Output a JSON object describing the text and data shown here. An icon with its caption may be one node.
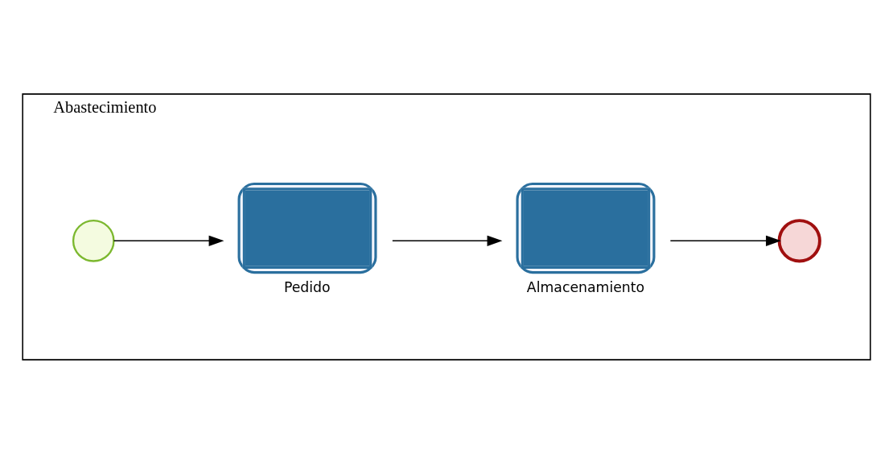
{
  "diagram": {
    "nodes": [
      {
        "text": [
          "Abastecimiento"
        ]
      },
      {
        "text": [],
        "shape": "circle",
        "in": 0
      },
      {
        "text": [
          "Pedido"
        ],
        "in": 0
      },
      {
        "text": [
          "Almacenamiento"
        ],
        "in": 0
      },
      {
        "text": [],
        "shape": "circle",
        "in": 0
      }
    ],
    "edges": [
      {
        "from": 1,
        "to": 2,
        "arrow": "to"
      },
      {
        "from": 2,
        "to": 3,
        "arrow": "to"
      },
      {
        "from": 3,
        "to": 4,
        "arrow": "to"
      }
    ]
  }
}
